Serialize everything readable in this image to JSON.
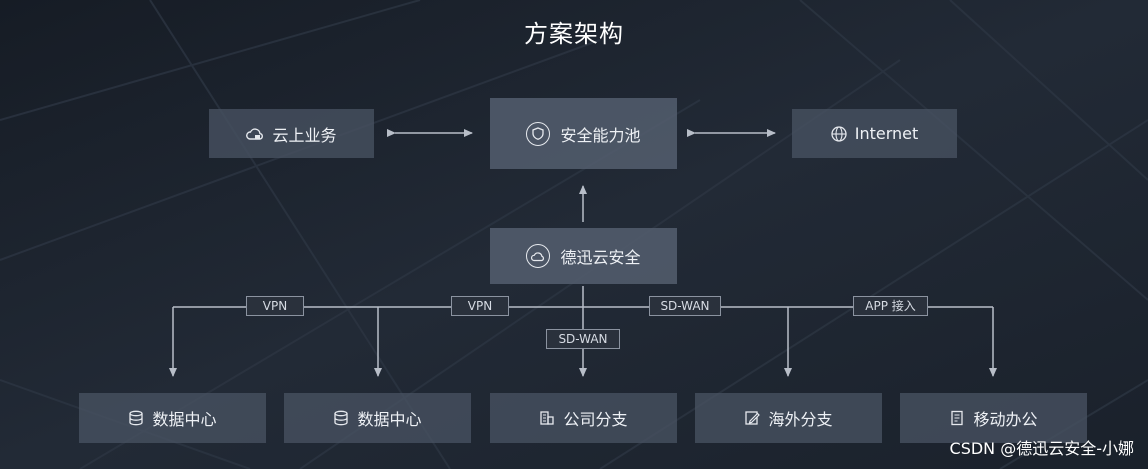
{
  "title": "方案架构",
  "nodes": {
    "cloud_business": "云上业务",
    "security_pool": "安全能力池",
    "internet": "Internet",
    "dexun": "德迅云安全",
    "dc1": "数据中心",
    "dc2": "数据中心",
    "branch": "公司分支",
    "overseas": "海外分支",
    "mobile": "移动办公"
  },
  "links": {
    "vpn1": "VPN",
    "vpn2": "VPN",
    "sdwan_center": "SD-WAN",
    "sdwan_right": "SD-WAN",
    "app": "APP 接入"
  },
  "watermark": "CSDN @德迅云安全-小娜"
}
